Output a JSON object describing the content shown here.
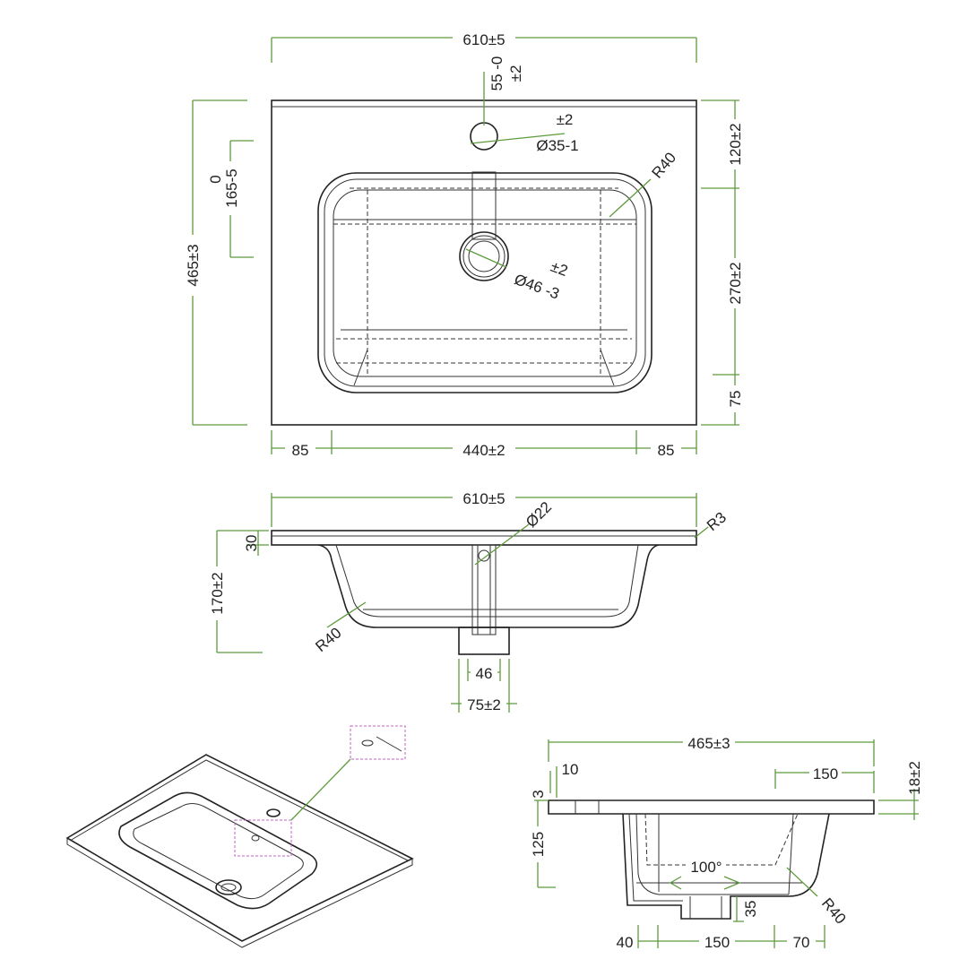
{
  "colors": {
    "dimension": "#5d9b3c",
    "outline": "#222222",
    "detail_marker": "#c060c0"
  },
  "top_view": {
    "width": "610±5",
    "tap_offset": "55 -0",
    "tap_offset_tol": "±2",
    "tap_hole_tol": "±2",
    "tap_hole": "Ø35-1",
    "corner_radius": "R40",
    "drain_tol": "±2",
    "drain": "Ø46 -3",
    "depth": "465±3",
    "overflow_upper": "0",
    "overflow_length": "165-5",
    "right_top": "120±2",
    "right_mid": "270±2",
    "right_bottom": "75",
    "bottom_left": "85",
    "bottom_mid": "440±2",
    "bottom_right": "85"
  },
  "front_view": {
    "width": "610±5",
    "overflow_hole": "Ø22",
    "edge_radius": "R3",
    "top_thickness": "30",
    "height": "170±2",
    "bowl_radius": "R40",
    "drain_inner": "46",
    "drain_outer": "75±2"
  },
  "side_view": {
    "depth": "465±3",
    "lip": "10",
    "lip_height": "3",
    "bowl_height": "125",
    "rear_flat": "150",
    "thickness": "18±2",
    "angle": "100°",
    "radius": "R40",
    "drain_height": "35",
    "bottom_a": "40",
    "bottom_b": "150",
    "bottom_c": "70"
  }
}
